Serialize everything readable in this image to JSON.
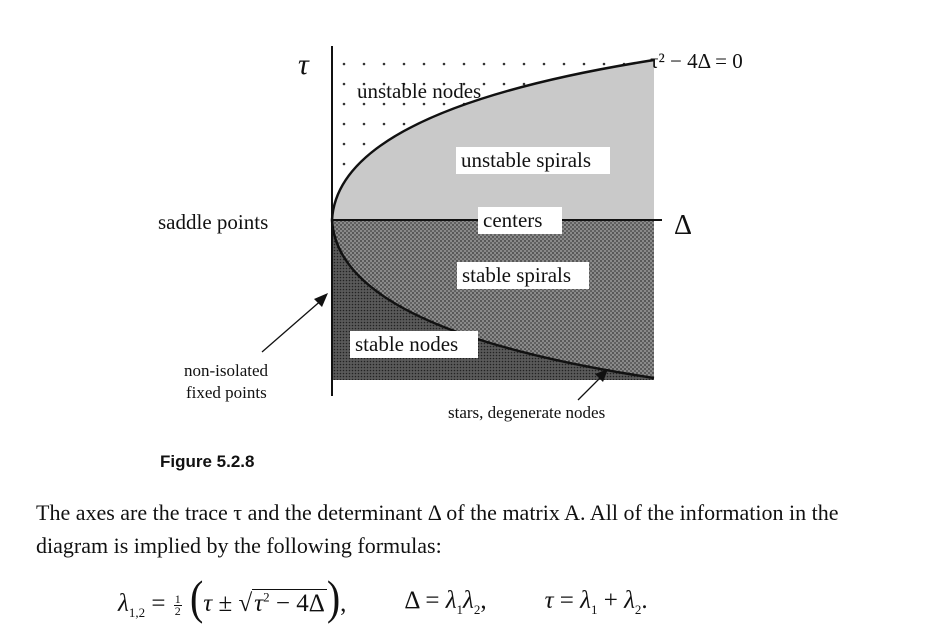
{
  "figure": {
    "axis_tau": "τ",
    "axis_delta": "Δ",
    "curve_label": "τ² − 4Δ = 0",
    "regions": {
      "unstable_nodes": "unstable nodes",
      "unstable_spirals": "unstable spirals",
      "centers": "centers",
      "stable_spirals": "stable spirals",
      "stable_nodes": "stable nodes",
      "saddle_points": "saddle points"
    },
    "annotations": {
      "non_isolated_line1": "non-isolated",
      "non_isolated_line2": "fixed points",
      "stars": "stars, degenerate nodes"
    },
    "caption": "Figure 5.2.8"
  },
  "text": {
    "paragraph": "The axes are the trace τ and the determinant Δ of the matrix A. All of the information in the diagram is implied by the following formulas:"
  }
}
